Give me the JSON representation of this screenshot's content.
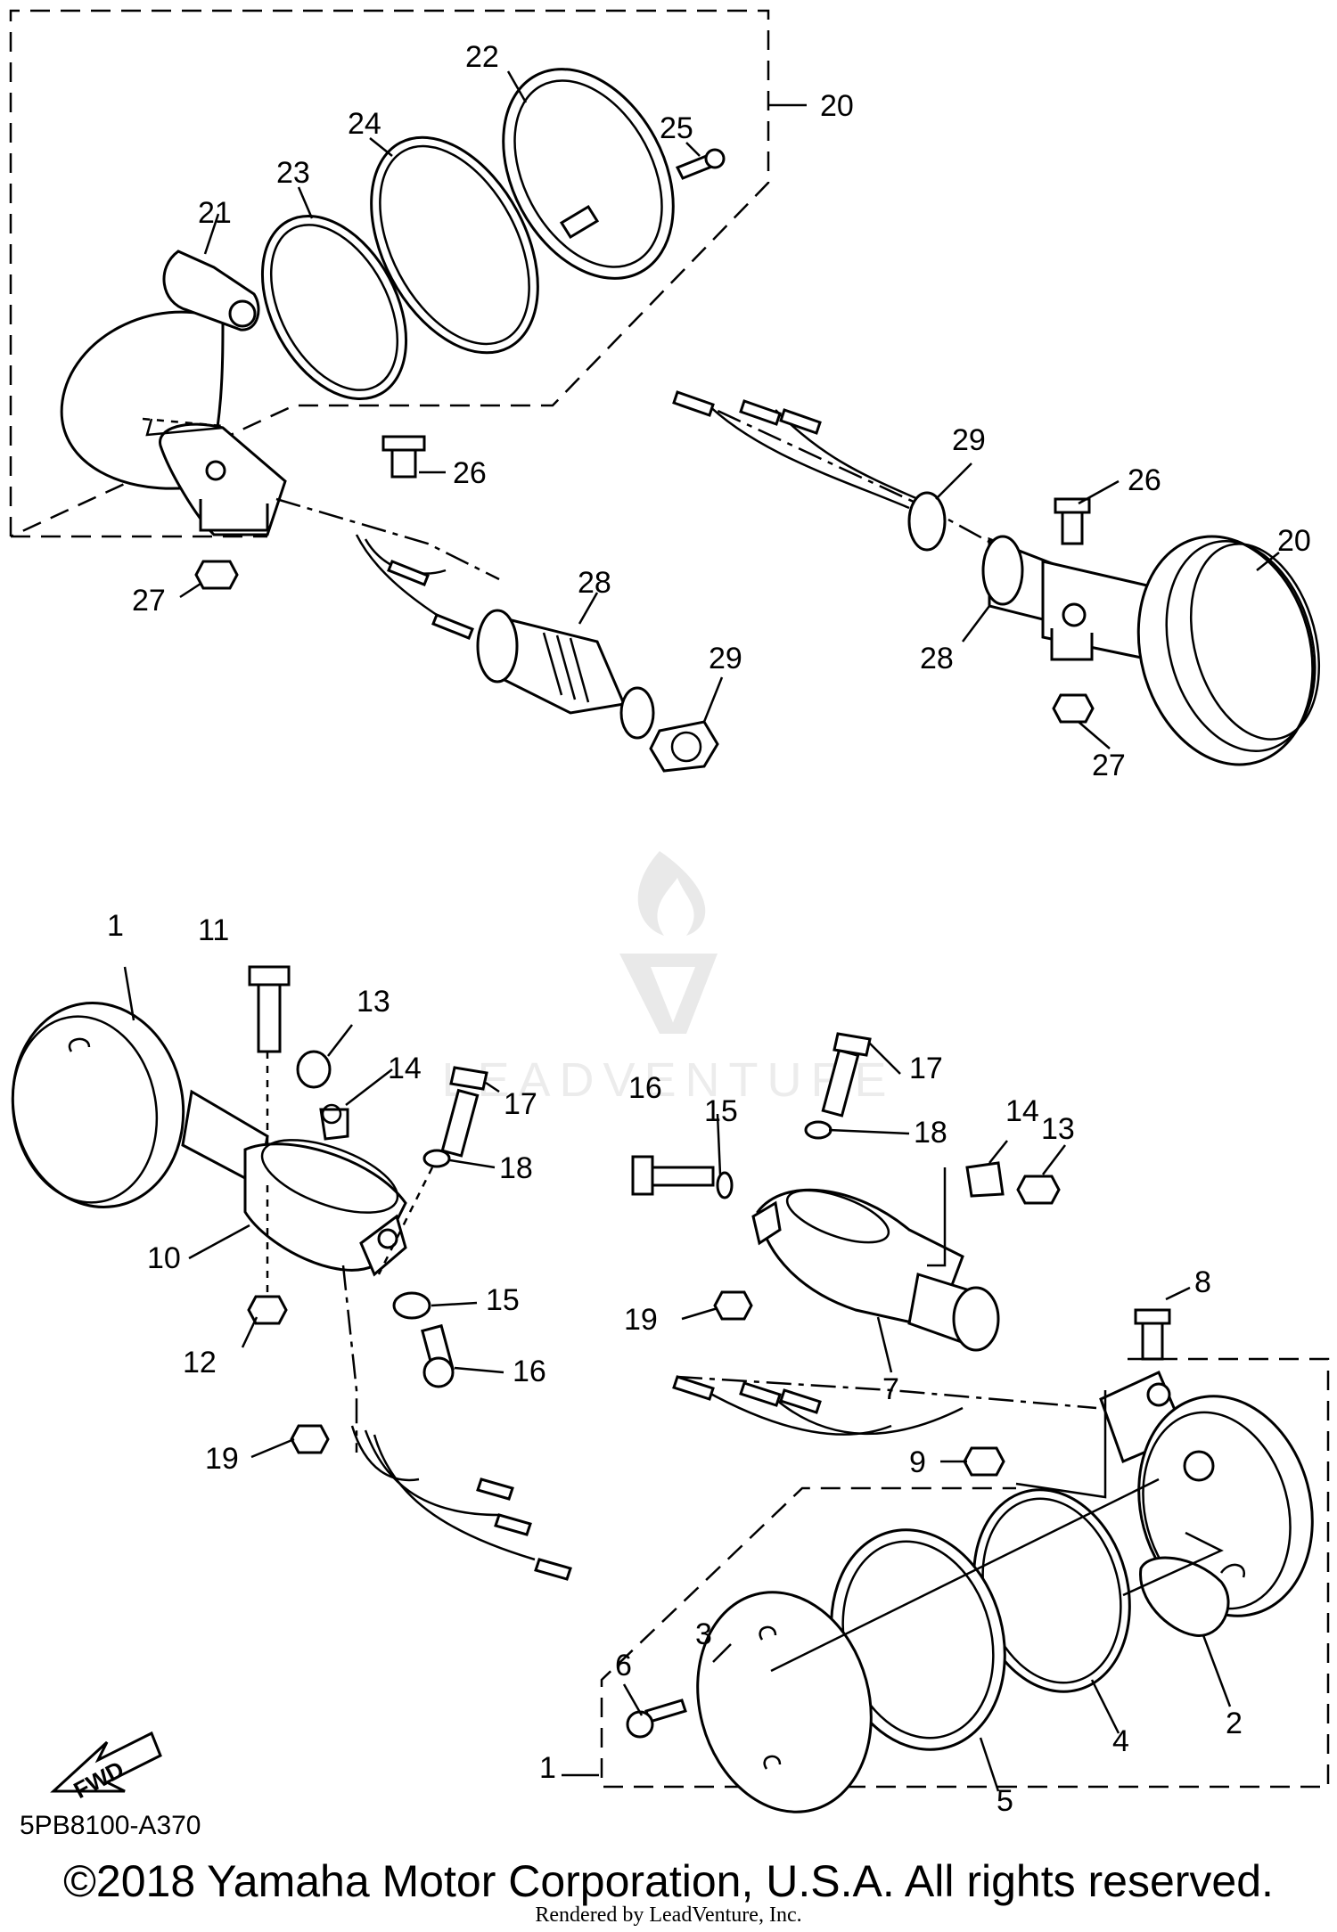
{
  "diagram": {
    "callouts": [
      "1",
      "2",
      "3",
      "4",
      "5",
      "6",
      "7",
      "8",
      "9",
      "10",
      "11",
      "12",
      "13",
      "14",
      "15",
      "16",
      "17",
      "18",
      "19",
      "20",
      "21",
      "22",
      "23",
      "24",
      "25",
      "26",
      "27",
      "28",
      "29"
    ],
    "watermark": "LEADVENTURE",
    "fwd_arrow_label": "FWD"
  },
  "footer": {
    "diagram_code": "5PB8100-A370",
    "copyright": "©2018 Yamaha Motor Corporation, U.S.A. All rights reserved.",
    "rendered_by": "Rendered by LeadVenture, Inc."
  }
}
